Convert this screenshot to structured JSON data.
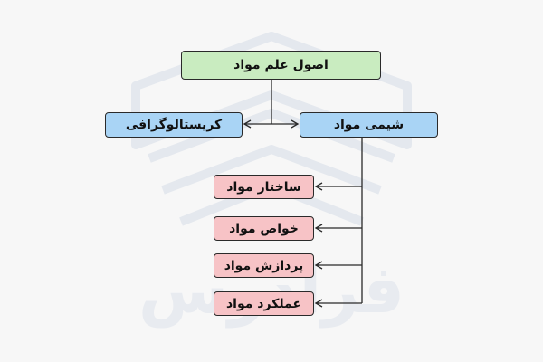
{
  "diagram": {
    "root": {
      "label": "اصول علم مواد",
      "color": "#c9ecc0"
    },
    "branches": [
      {
        "id": "crystallography",
        "label": "کریستالوگرافی",
        "color": "#a9d4f5"
      },
      {
        "id": "materials-chemistry",
        "label": "شیمی مواد",
        "color": "#a9d4f5"
      }
    ],
    "children_of_materials_chemistry": [
      {
        "label": "ساختار مواد",
        "color": "#f7c3c6"
      },
      {
        "label": "خواص مواد",
        "color": "#f7c3c6"
      },
      {
        "label": "پردازش مواد",
        "color": "#f7c3c6"
      },
      {
        "label": "عملکرد مواد",
        "color": "#f7c3c6"
      }
    ]
  },
  "watermark": {
    "text": "فرادرس"
  }
}
